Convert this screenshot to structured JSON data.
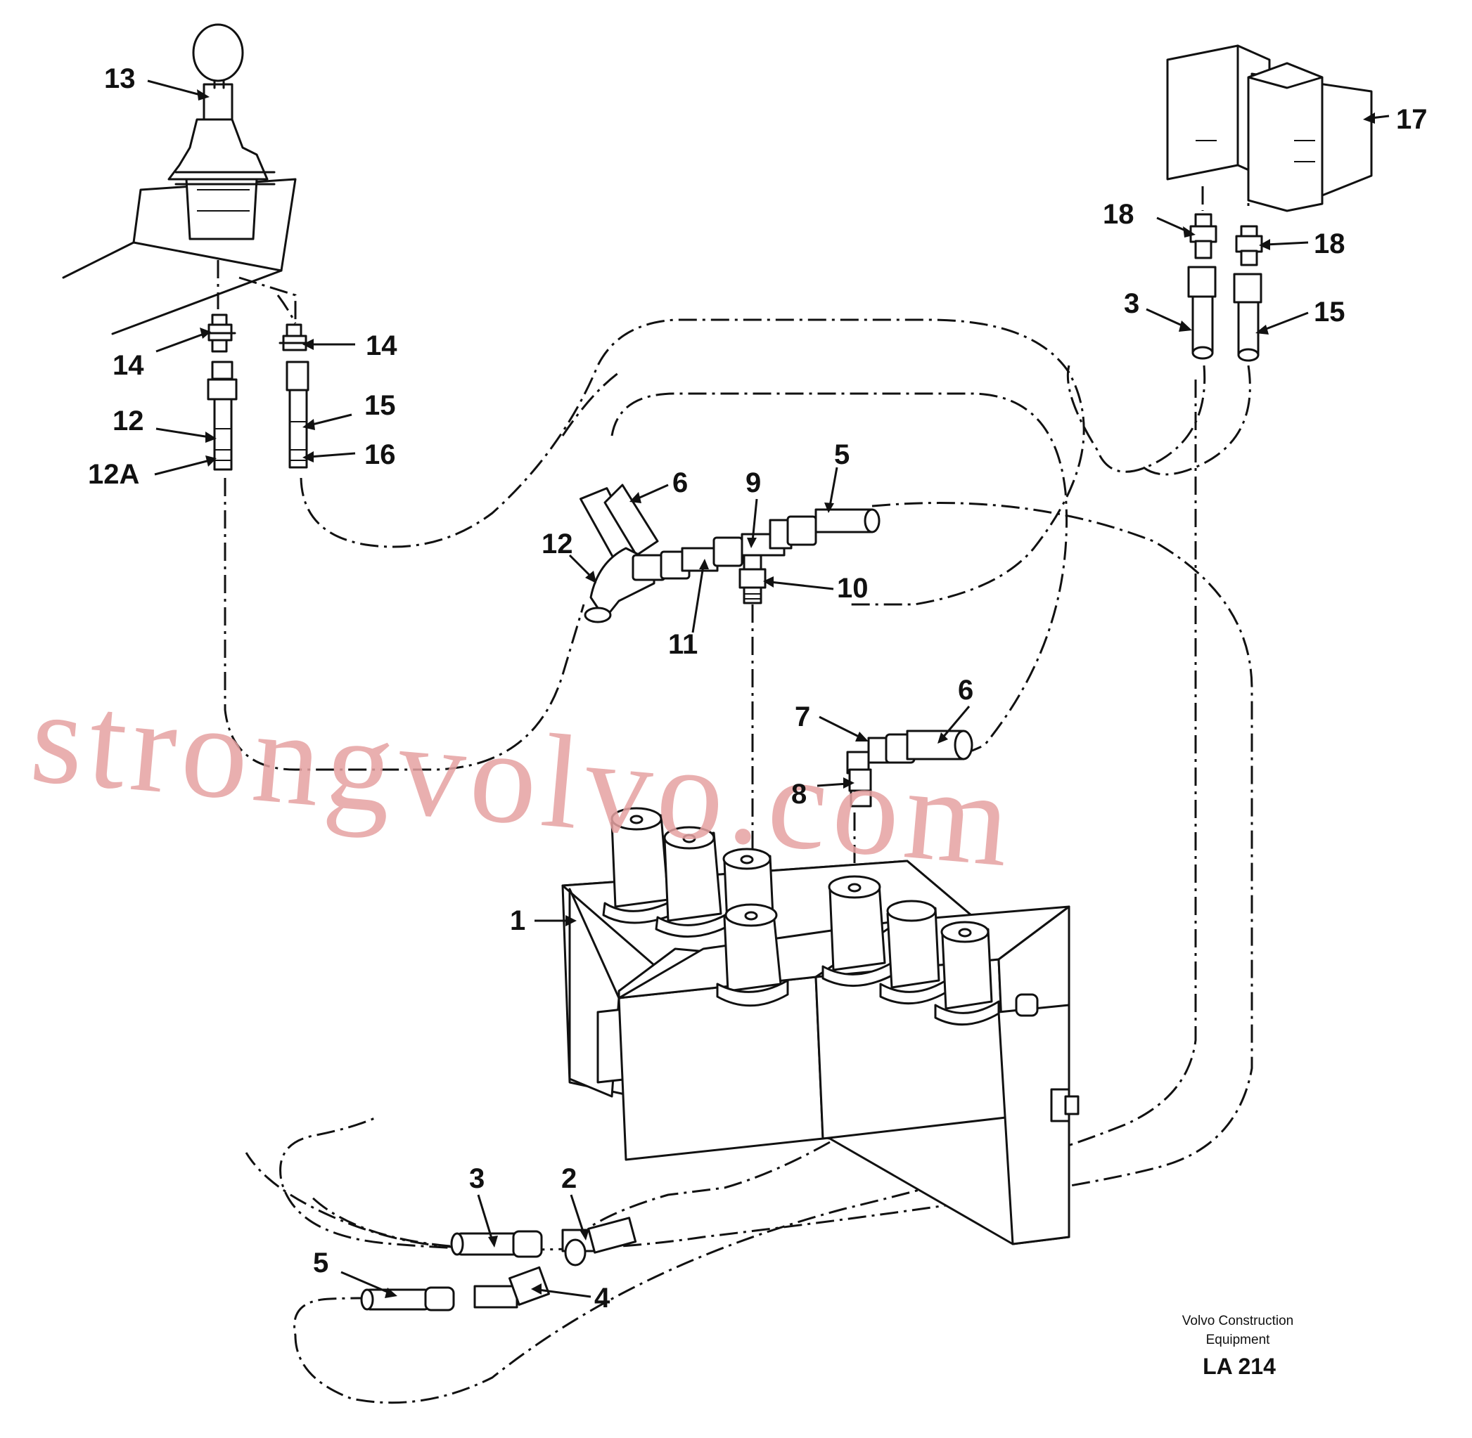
{
  "callouts": {
    "c13": "13",
    "c17": "17",
    "c18a": "18",
    "c18b": "18",
    "c3a": "3",
    "c15a": "15",
    "c14a": "14",
    "c14b": "14",
    "c12a": "12",
    "c15b": "15",
    "c12A": "12A",
    "c16": "16",
    "c6a": "6",
    "c9": "9",
    "c5a": "5",
    "c12b": "12",
    "c10": "10",
    "c11": "11",
    "c7": "7",
    "c6b": "6",
    "c8": "8",
    "c1": "1",
    "c3b": "3",
    "c2": "2",
    "c5b": "5",
    "c4": "4"
  },
  "credit": {
    "line1": "Volvo Construction",
    "line2": "Equipment",
    "code": "LA 214"
  },
  "watermark": "strongvolvo.com"
}
